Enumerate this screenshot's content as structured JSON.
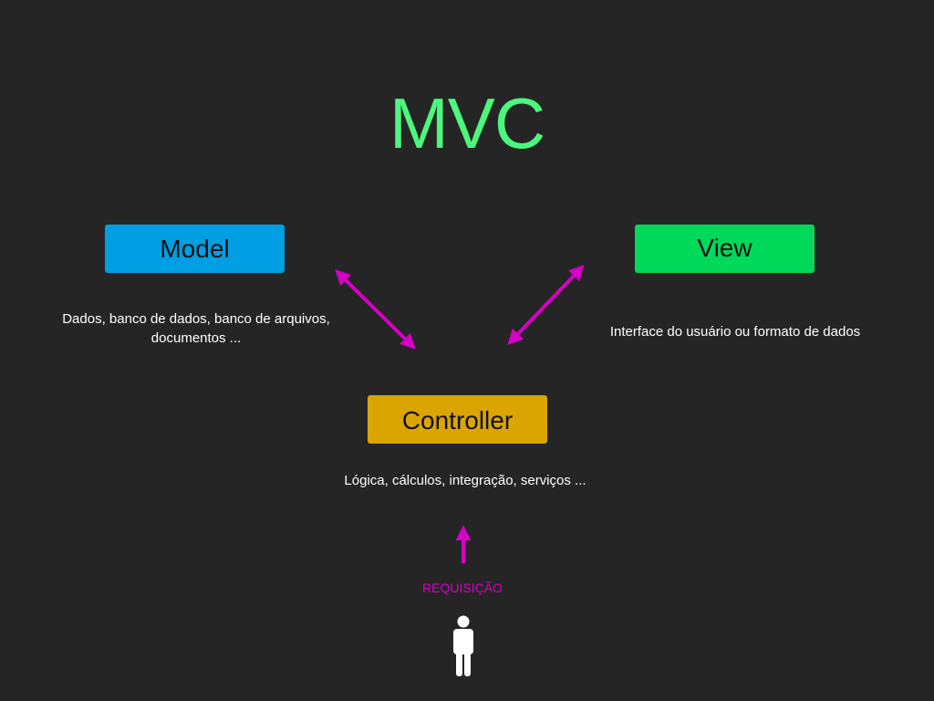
{
  "title": "MVC",
  "colors": {
    "background": "#252525",
    "title": "#4cf77d",
    "model": "#009ee2",
    "view": "#00d95a",
    "controller": "#dba500",
    "arrow": "#d600c6"
  },
  "nodes": {
    "model": {
      "label": "Model",
      "description_line1": "Dados, banco de dados, banco de arquivos,",
      "description_line2": "documentos ..."
    },
    "view": {
      "label": "View",
      "description": "Interface do usuário ou formato de dados"
    },
    "controller": {
      "label": "Controller",
      "description": "Lógica, cálculos, integração, serviços ..."
    }
  },
  "request": {
    "label": "REQUISIÇÃO",
    "icon": "user-icon"
  }
}
